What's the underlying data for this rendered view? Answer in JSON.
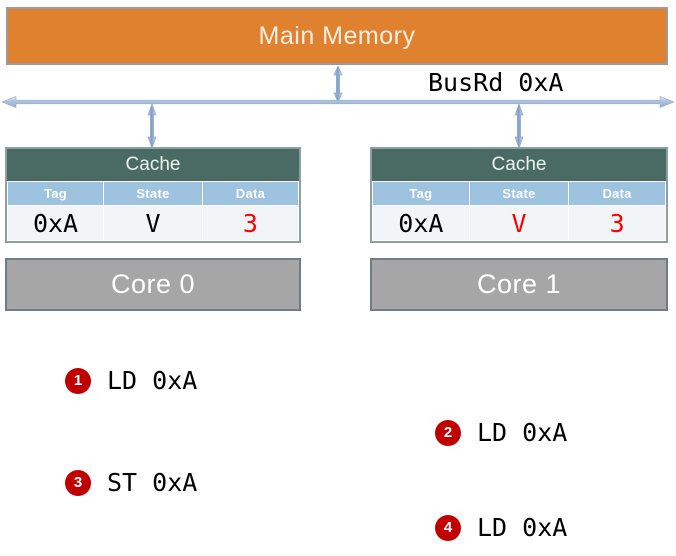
{
  "diagram": {
    "main_memory": {
      "label": "Main Memory",
      "color": "#E0812F"
    },
    "bus": {
      "label": "BusRd 0xA",
      "color": "#A7BEDB",
      "icon": "horizontal-double-arrow"
    },
    "connectors": [
      {
        "name": "memory-to-bus",
        "icon": "vertical-double-arrow"
      },
      {
        "name": "bus-to-cache0",
        "icon": "vertical-double-arrow"
      },
      {
        "name": "bus-to-cache1",
        "icon": "vertical-double-arrow"
      }
    ],
    "caches": [
      {
        "title": "Cache",
        "columns": [
          "Tag",
          "State",
          "Data"
        ],
        "row": {
          "tag": "0xA",
          "state": "V",
          "data": "3"
        },
        "highlight": {
          "tag": false,
          "state": false,
          "data": true
        }
      },
      {
        "title": "Cache",
        "columns": [
          "Tag",
          "State",
          "Data"
        ],
        "row": {
          "tag": "0xA",
          "state": "V",
          "data": "3"
        },
        "highlight": {
          "tag": false,
          "state": true,
          "data": true
        }
      }
    ],
    "cores": [
      {
        "label": "Core 0"
      },
      {
        "label": "Core 1"
      }
    ],
    "colors": {
      "orange": "#E0812F",
      "cache_header_green": "#4A6B63",
      "column_header_blue": "#9DC3E0",
      "core_gray": "#A6A6A6",
      "badge_red": "#C00000",
      "highlight_red": "#FF0000",
      "arrow_blue": "#A7BEDB"
    }
  },
  "steps": [
    {
      "number": "1",
      "text": "LD 0xA"
    },
    {
      "number": "2",
      "text": "LD 0xA"
    },
    {
      "number": "3",
      "text": "ST 0xA"
    },
    {
      "number": "4",
      "text": "LD 0xA"
    }
  ]
}
